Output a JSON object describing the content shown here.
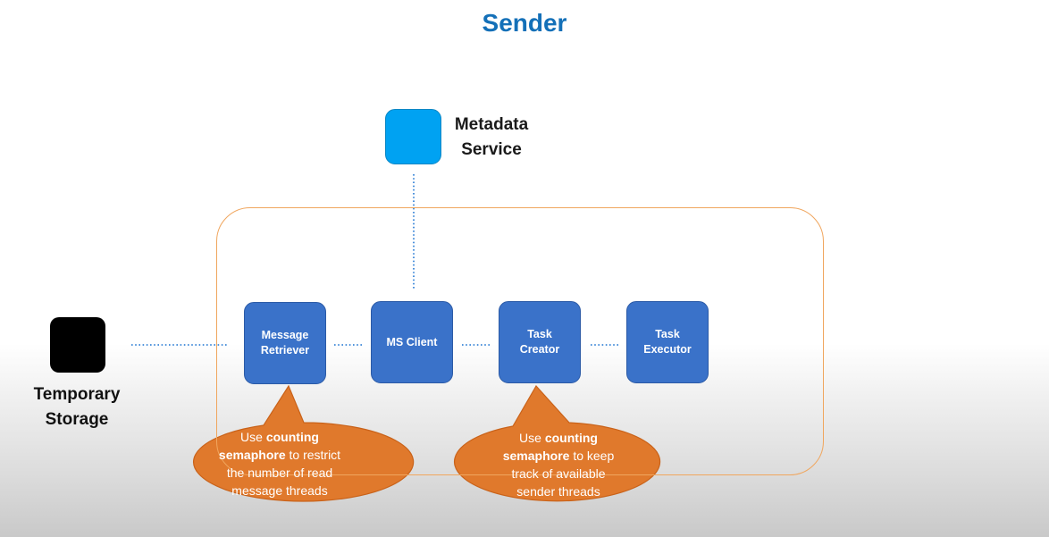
{
  "title": "Sender",
  "metadata_service": {
    "line1": "Metadata",
    "line2": "Service"
  },
  "temporary_storage": {
    "line1": "Temporary",
    "line2": "Storage"
  },
  "components": {
    "message_retriever": {
      "line1": "Message",
      "line2": "Retriever"
    },
    "ms_client": {
      "line1": "MS Client"
    },
    "task_creator": {
      "line1": "Task",
      "line2": "Creator"
    },
    "task_executor": {
      "line1": "Task",
      "line2": "Executor"
    }
  },
  "callouts": {
    "left": {
      "use": "Use",
      "bold1": "counting",
      "bold2": "semaphore",
      "rest1": "to restrict",
      "rest2": "the number of read",
      "rest3": "message threads"
    },
    "right": {
      "use": "Use",
      "bold1": "counting",
      "bold2": "semaphore",
      "rest1": "to keep",
      "rest2": "track of available",
      "rest3": "sender threads"
    }
  },
  "colors": {
    "title": "#1470b8",
    "component_fill": "#3a72c9",
    "metadata_fill": "#00a2f2",
    "storage_fill": "#000000",
    "container_border": "#f0a65e",
    "callout_fill": "#e0792c",
    "connector": "#3b86d8"
  }
}
